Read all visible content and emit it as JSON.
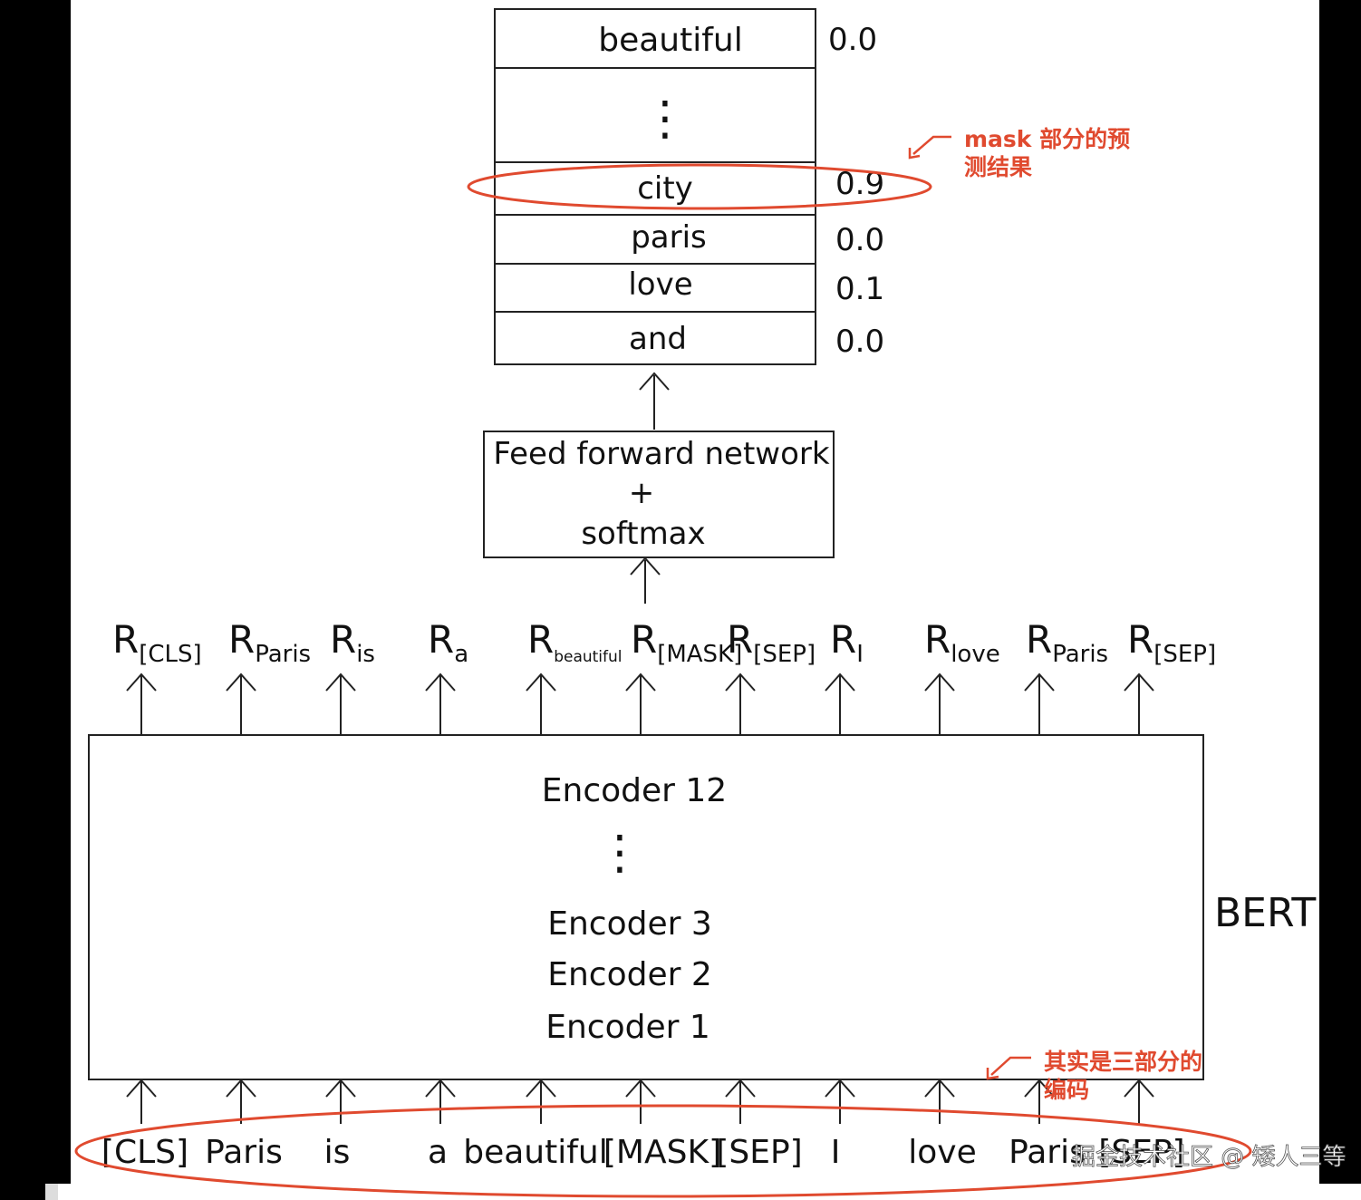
{
  "vocab_table": {
    "rows": [
      {
        "word": "beautiful",
        "prob": "0.0"
      },
      {
        "word": "⋮",
        "prob": ""
      },
      {
        "word": "city",
        "prob": "0.9"
      },
      {
        "word": "paris",
        "prob": "0.0"
      },
      {
        "word": "love",
        "prob": "0.1"
      },
      {
        "word": "and",
        "prob": "0.0"
      }
    ]
  },
  "ffn": {
    "line1": "Feed forward network",
    "line2": "+",
    "line3": "softmax"
  },
  "representations": [
    {
      "r": "R",
      "sub": "[CLS]"
    },
    {
      "r": "R",
      "sub": "Paris"
    },
    {
      "r": "R",
      "sub": "is"
    },
    {
      "r": "R",
      "sub": "a"
    },
    {
      "r": "R",
      "sub": "beautiful"
    },
    {
      "r": "R",
      "sub": "[MASK]"
    },
    {
      "r": "R",
      "sub": "[SEP]"
    },
    {
      "r": "R",
      "sub": "I"
    },
    {
      "r": "R",
      "sub": "love"
    },
    {
      "r": "R",
      "sub": "Paris"
    },
    {
      "r": "R",
      "sub": "[SEP]"
    }
  ],
  "bert": {
    "label": "BERT",
    "encoder_top": "Encoder 12",
    "encoders": [
      "Encoder 3",
      "Encoder 2",
      "Encoder 1"
    ]
  },
  "input_tokens": [
    "[CLS]",
    "Paris",
    "is",
    "a",
    "beautiful",
    "[MASK]",
    "[SEP]",
    "I",
    "love",
    "Paris",
    "[SEP]"
  ],
  "annotations": {
    "mask_line1": "mask 部分的预",
    "mask_line2": "测结果",
    "embed_line1": "其实是三部分的",
    "embed_line2": "编码"
  },
  "watermark": "掘金技术社区 @ 矮人三等",
  "colors": {
    "highlight": "#e04a2f",
    "line": "#222222"
  }
}
